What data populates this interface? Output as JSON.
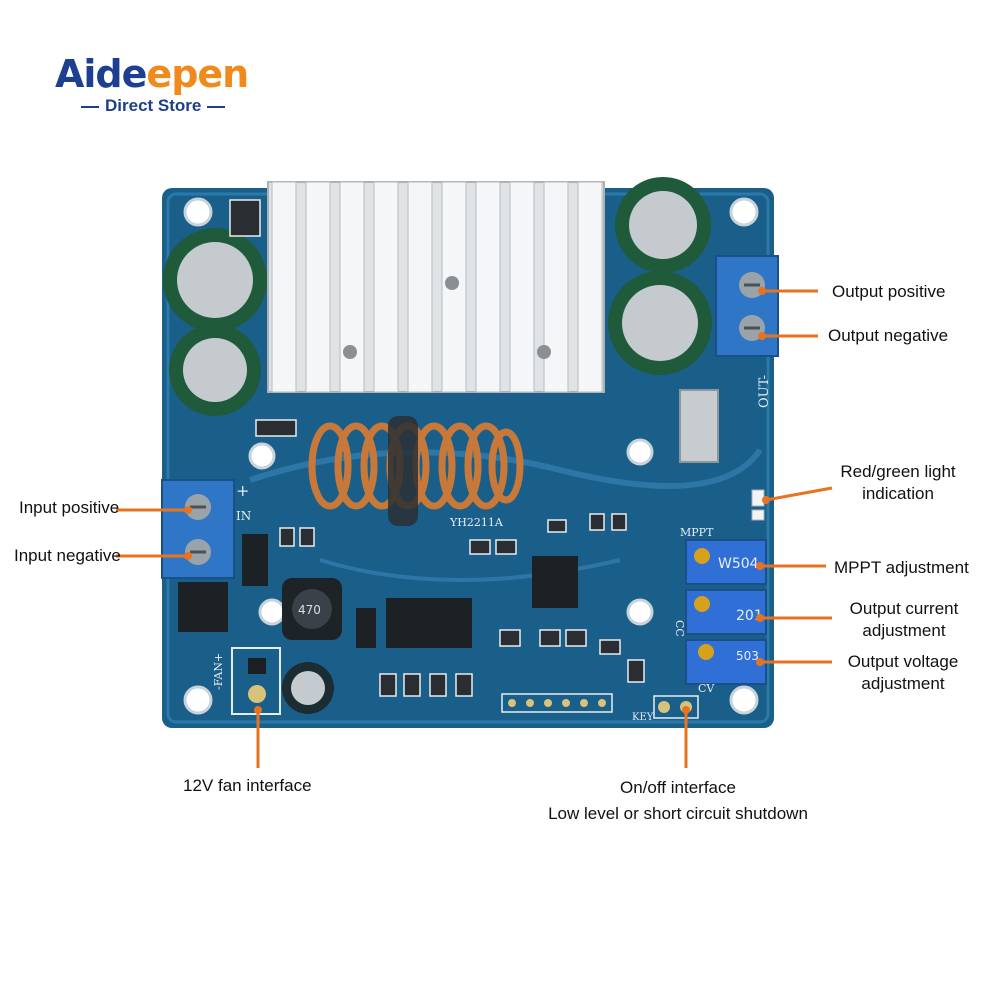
{
  "brand": {
    "name_main": "Aide",
    "name_accent": "epen",
    "tagline": "Direct Store"
  },
  "colors": {
    "brand_blue": "#1e3f8f",
    "brand_orange": "#f08a1c",
    "pointer": "#e8731f",
    "board": "#1a5f8a"
  },
  "board_markings": {
    "inductor": "YH2211A",
    "input_plus": "+",
    "input_label": "IN",
    "output_label": "OUT-",
    "pot1": "W504",
    "pot2": "201",
    "pot3": "503",
    "mppt": "MPPT",
    "cc": "CC",
    "cv": "CV",
    "fan": "-FAN+",
    "key": "KEY",
    "coil": "470"
  },
  "labels": {
    "output_positive": "Output positive",
    "output_negative": "Output negative",
    "red_green_line1": "Red/green light",
    "red_green_line2": "indication",
    "input_positive": "Input positive",
    "input_negative": "Input negative",
    "mppt": "MPPT adjustment",
    "current_line1": "Output current",
    "current_line2": "adjustment",
    "voltage_line1": "Output voltage",
    "voltage_line2": "adjustment",
    "fan": "12V fan interface",
    "onoff_line1": "On/off interface",
    "onoff_line2": "Low level or short circuit shutdown"
  }
}
